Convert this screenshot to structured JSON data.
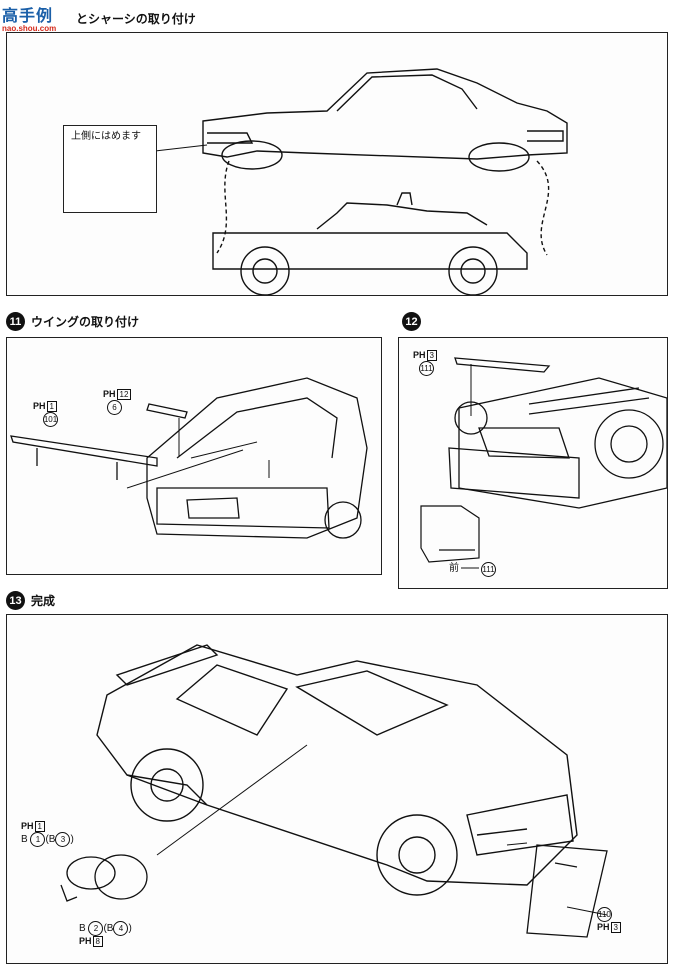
{
  "logo": {
    "main": "高手例",
    "sub": "nao.shou.com"
  },
  "step10": {
    "title": "とシャーシの取り付け",
    "callout": "上側にはめます"
  },
  "step11": {
    "number": "11",
    "title": "ウイングの取り付け",
    "parts": [
      {
        "prefix": "PH",
        "box": "1",
        "circle": "101"
      },
      {
        "prefix": "PH",
        "box": "12",
        "circle": "6"
      }
    ]
  },
  "step12": {
    "number": "12",
    "parts": [
      {
        "prefix": "PH",
        "box": "3",
        "circle": "111"
      }
    ],
    "front_label": "前",
    "front_part": "111"
  },
  "step13": {
    "number": "13",
    "title": "完成",
    "mirror_parts": {
      "top_prefix": "PH",
      "top_box": "1",
      "upper": {
        "letter": "B",
        "a": "1",
        "b": "B",
        "c": "3"
      },
      "lower": {
        "letter": "B",
        "a": "2",
        "b": "B",
        "c": "4"
      },
      "bottom_prefix": "PH",
      "bottom_box": "8"
    },
    "spoiler_part": {
      "circle": "110",
      "prefix": "PH",
      "box": "3"
    }
  }
}
